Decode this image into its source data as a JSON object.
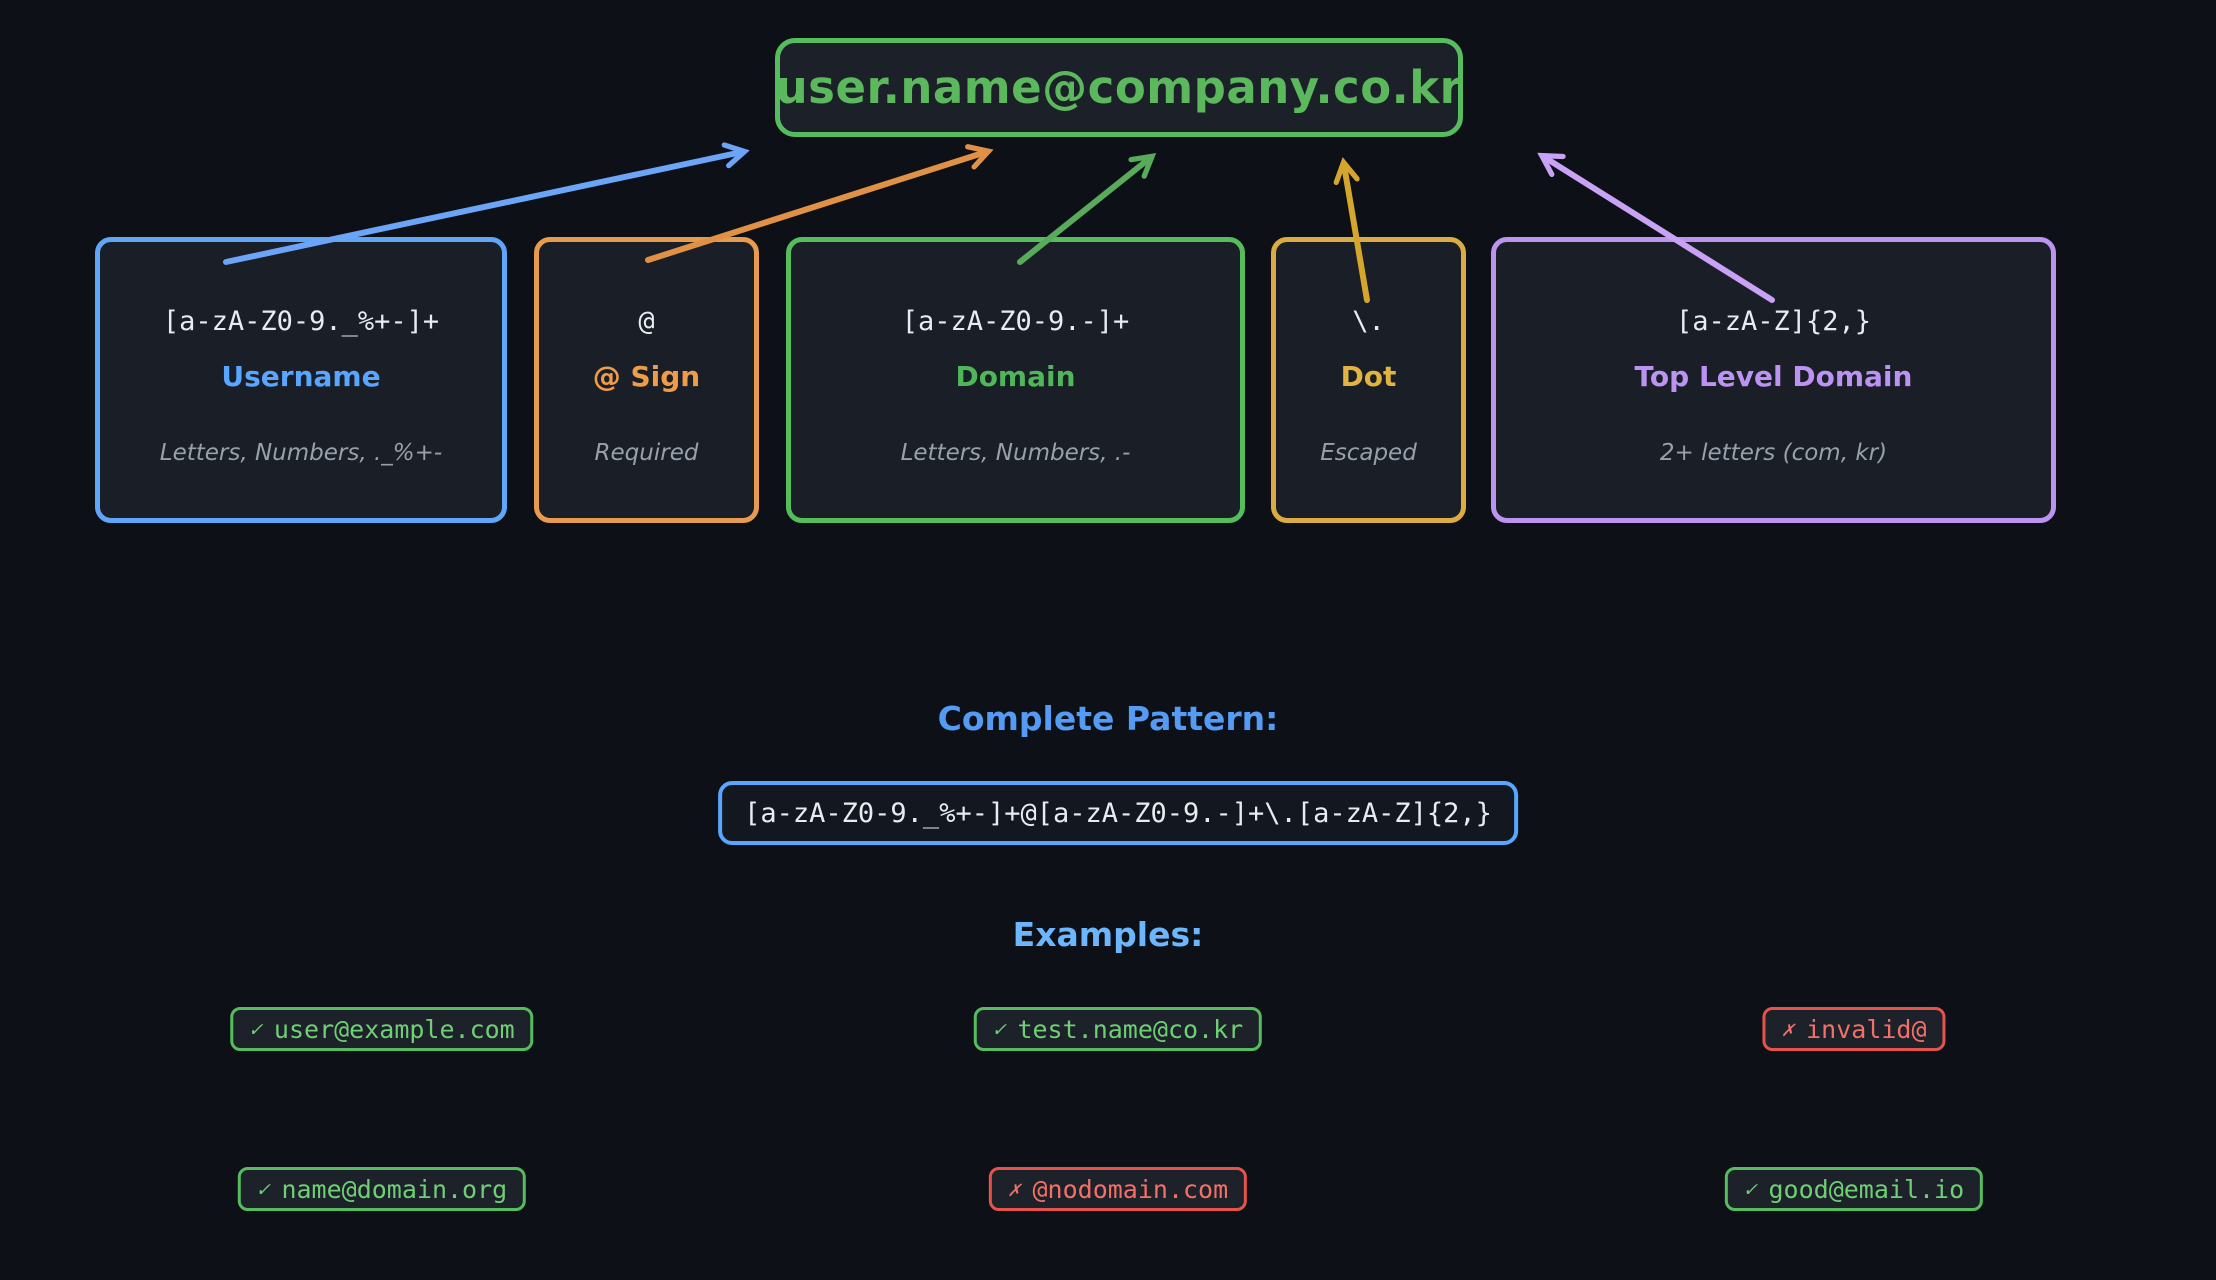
{
  "email_example": {
    "text": "user.name@company.co.kr",
    "text_color": "#5cb85c",
    "border_color": "#56bd5e"
  },
  "components": [
    {
      "pattern": "[a-zA-Z0-9._%+-]+",
      "label": "Username",
      "note": "Letters, Numbers, ._%+-",
      "color": "#58a6ff",
      "arrow_color": "#6ca4f8"
    },
    {
      "pattern": "@",
      "label": "@ Sign",
      "note": "Required",
      "color": "#ee9b4a",
      "arrow_color": "#e09145"
    },
    {
      "pattern": "[a-zA-Z0-9.-]+",
      "label": "Domain",
      "note": "Letters, Numbers, .-",
      "color": "#4fb759",
      "arrow_color": "#57ab5a"
    },
    {
      "pattern": "\\.",
      "label": "Dot",
      "note": "Escaped",
      "color": "#e3b341",
      "arrow_color": "#d4a72c"
    },
    {
      "pattern": "[a-zA-Z]{2,}",
      "label": "Top Level Domain",
      "note": "2+ letters (com, kr)",
      "color": "#bc93f2",
      "arrow_color": "#c9a2f5"
    }
  ],
  "complete_pattern": {
    "heading": "Complete Pattern:",
    "pattern": "[a-zA-Z0-9._%+-]+@[a-zA-Z0-9.-]+\\.[a-zA-Z]{2,}",
    "heading_color": "#539bf5",
    "border_color": "#58a6ff"
  },
  "examples": {
    "heading": "Examples:",
    "heading_color": "#6cb6ff",
    "valid_color": "#56bd5e",
    "invalid_color": "#e5534b",
    "items": [
      {
        "icon": "✓",
        "text": "user@example.com",
        "valid": true
      },
      {
        "icon": "✓",
        "text": "test.name@co.kr",
        "valid": true
      },
      {
        "icon": "✗",
        "text": "invalid@",
        "valid": false
      },
      {
        "icon": "✓",
        "text": "name@domain.org",
        "valid": true
      },
      {
        "icon": "✗",
        "text": "@nodomain.com",
        "valid": false
      },
      {
        "icon": "✓",
        "text": "good@email.io",
        "valid": true
      }
    ]
  },
  "page": {
    "background": "#0d1117"
  }
}
